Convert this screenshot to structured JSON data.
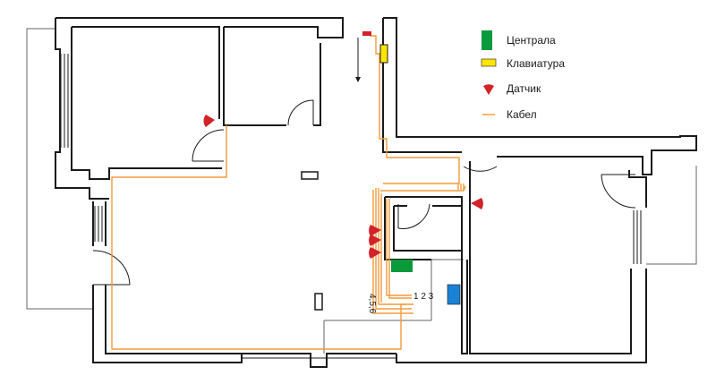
{
  "legend": {
    "items": [
      {
        "key": "panel",
        "label": "Централа",
        "color": "#0a9a3b"
      },
      {
        "key": "keypad",
        "label": "Клавиатура",
        "color": "#ffe600"
      },
      {
        "key": "sensor",
        "label": "Датчик",
        "color": "#d2232a"
      },
      {
        "key": "cable",
        "label": "Кабел",
        "color": "#f39a3b"
      }
    ]
  },
  "labels": {
    "zones_right": "1 2 3",
    "zones_left": "4,5,6"
  },
  "colors": {
    "wall": "#1a1a1a",
    "cable": "#f39a3b",
    "panel": "#0a9a3b",
    "keypad": "#ffe600",
    "sensor": "#d2232a",
    "box_blue": "#1a82d4",
    "thin_line": "#666666"
  }
}
